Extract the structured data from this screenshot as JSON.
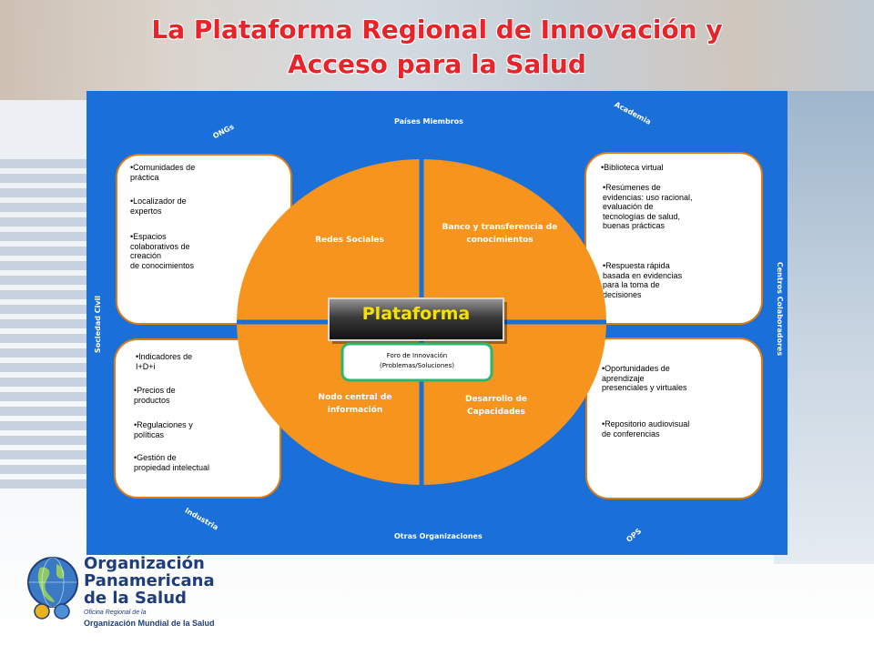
{
  "slide": {
    "title_line1": "La Plataforma Regional de Innovación y",
    "title_line2": "Acceso para la Salud"
  },
  "diagram": {
    "outer_labels": {
      "top": "Países Miembros",
      "bottom": "Otras Organizaciones",
      "top_left": "ONGs",
      "top_right": "Academia",
      "bottom_left": "Industria",
      "bottom_right": "OPS",
      "left": "Sociedad Civil",
      "right": "Centros Colaboradores"
    },
    "boxes": {
      "top_left": [
        "•Comunidades de\n  práctica",
        "•Localizador de\n  expertos",
        "•Espacios\n  colaborativos de\n  creación\n  de conocimientos"
      ],
      "bottom_left": [
        "•Indicadores de\n  I+D+i",
        "•Precios de\n  productos",
        "•Regulaciones y\n  políticas",
        "•Gestión de\n  propiedad intelectual"
      ],
      "top_right": [
        "•Biblioteca virtual",
        "•Resúmenes de\n  evidencias:  uso racional,\n  evaluación de\n  tecnologías de salud,\n  buenas prácticas",
        "•Respuesta rápida\n  basada  en evidencias\n  para la toma de\n  decisiones"
      ],
      "bottom_right": [
        "•Oportunidades de\n  aprendizaje\n  presenciales y virtuales",
        "•Repositorio audiovisual\n  de conferencias"
      ]
    },
    "quadrants": {
      "top_left": "Redes Sociales",
      "top_right_line1": "Banco y transferencia de",
      "top_right_line2": "conocimientos",
      "bottom_left_line1": "Nodo central de",
      "bottom_left_line2": "información",
      "bottom_right_line1": "Desarrollo de",
      "bottom_right_line2": "Capacidades"
    },
    "center": {
      "platform": "Plataforma",
      "forum_line1": "Foro de Innovación",
      "forum_line2": "(Problemas/Soluciones)"
    },
    "colors": {
      "panel": "#1a6fd8",
      "circle": "#f7941d",
      "box_border": "#e07b12",
      "forum_border": "#2bb673",
      "title": "#e8232a"
    }
  },
  "logo": {
    "line1": "Organización",
    "line2": "Panamericana",
    "line3": "de la Salud",
    "sub1": "Oficina Regional de la",
    "sub2": "Organización Mundial de la Salud",
    "icon": "globe-icon"
  }
}
